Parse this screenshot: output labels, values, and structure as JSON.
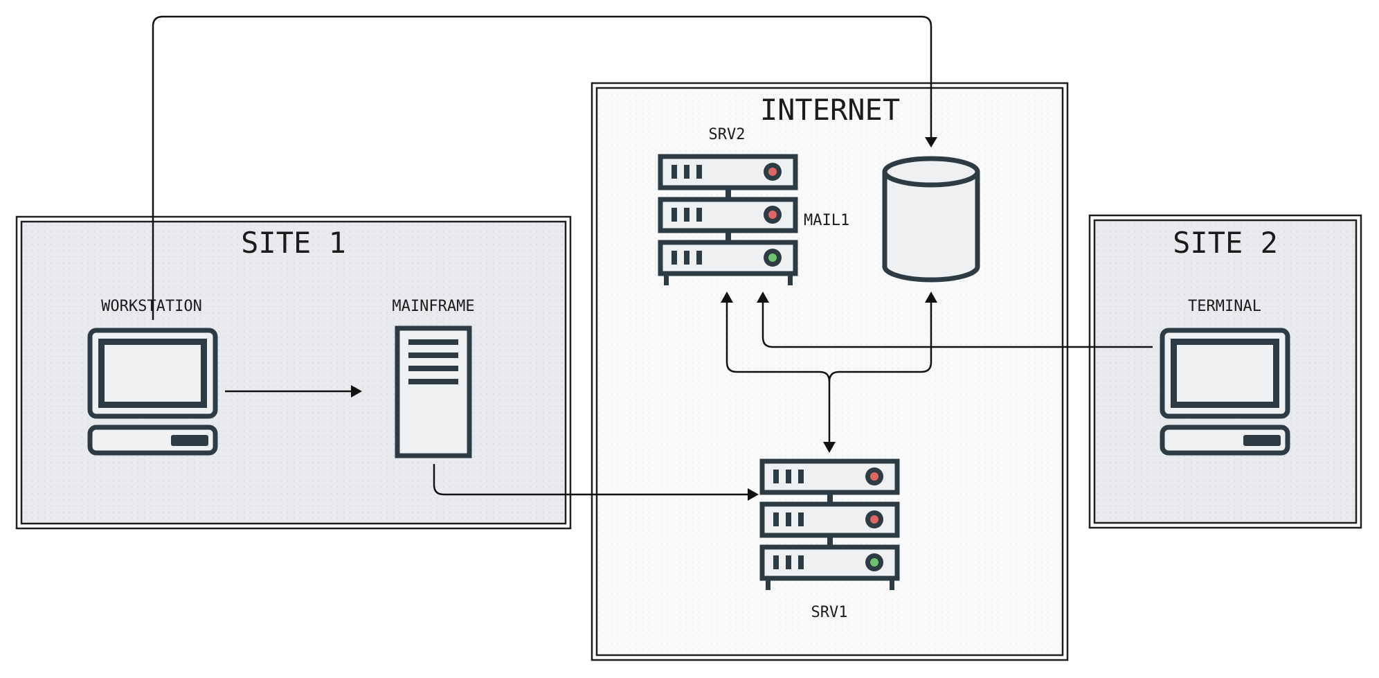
{
  "zones": {
    "site1": {
      "title": "SITE 1"
    },
    "internet": {
      "title": "INTERNET"
    },
    "site2": {
      "title": "SITE 2"
    }
  },
  "nodes": {
    "workstation": {
      "label": "WORKSTATION",
      "icon": "desktop-computer-icon"
    },
    "mainframe": {
      "label": "MAINFRAME",
      "icon": "mainframe-tower-icon"
    },
    "srv2": {
      "label": "SRV2",
      "icon": "server-rack-icon"
    },
    "mail1": {
      "label": "MAIL1"
    },
    "database": {
      "label": "",
      "icon": "database-cylinder-icon"
    },
    "srv1": {
      "label": "SRV1",
      "icon": "server-rack-icon"
    },
    "terminal": {
      "label": "TERMINAL",
      "icon": "desktop-computer-icon"
    }
  },
  "colors": {
    "icon_stroke": "#2d3b44",
    "zone_fill": "#e8eaee",
    "internet_fill": "#f9f9fa",
    "led_red": "#e06666",
    "led_green": "#6cc26f"
  }
}
